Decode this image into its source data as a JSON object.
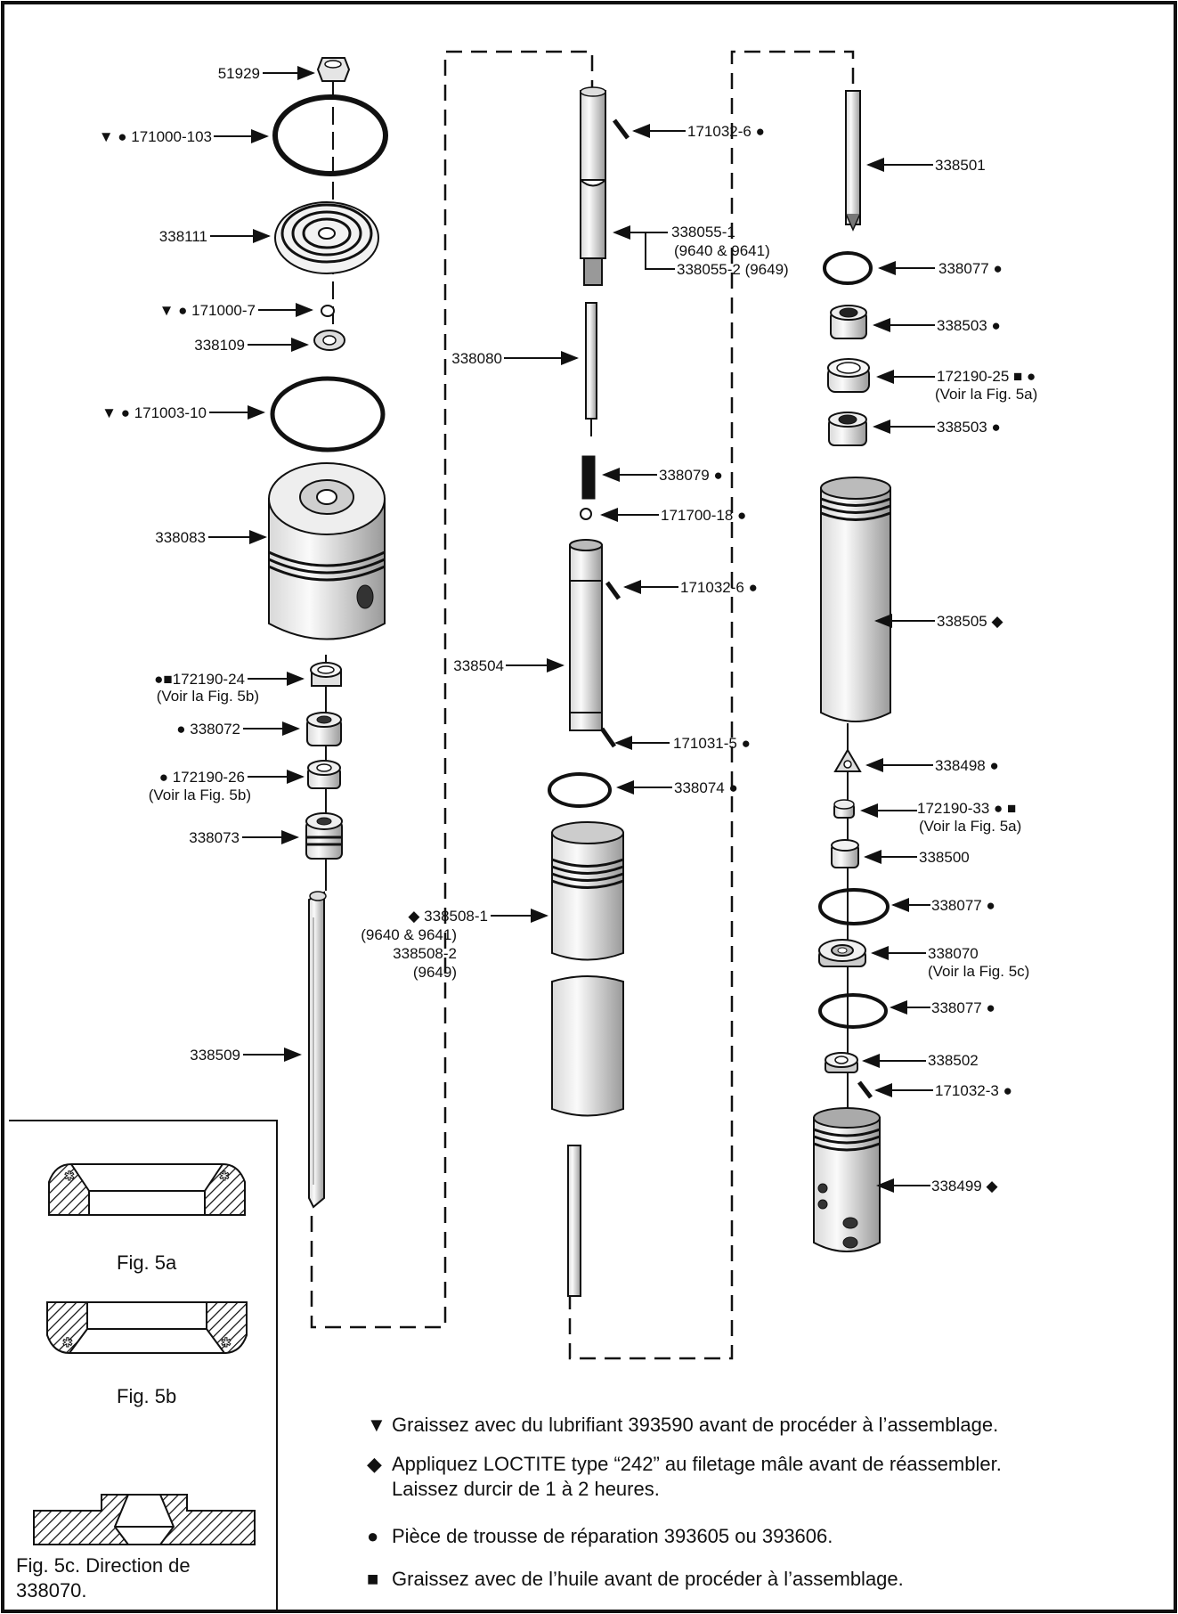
{
  "labels": {
    "p51929": "51929",
    "p171000_103": "▼ ● 171000-103",
    "p338111": "338111",
    "p171000_7": "▼ ● 171000-7",
    "p338109": "338109",
    "p171003_10": "▼ ● 171003-10",
    "p338083": "338083",
    "p172190_24": "●■172190-24",
    "p172190_24_ref": "(Voir la Fig. 5b)",
    "p338072": "● 338072",
    "p172190_26": "● 172190-26",
    "p172190_26_ref": "(Voir la Fig. 5b)",
    "p338073": "338073",
    "p338509": "338509",
    "p171032_6_top": "171032-6 ●",
    "p338055_1": "338055-1",
    "p338055_1_models": "(9640 & 9641)",
    "p338055_2": "338055-2 (9649)",
    "p338080": "338080",
    "p338079": "338079 ●",
    "p171700_18": "171700-18 ●",
    "p171032_6_mid": "171032-6 ●",
    "p338504": "338504",
    "p171031_5": "171031-5 ●",
    "p338074": "338074 ●",
    "p338508_1": "◆ 338508-1",
    "p338508_1_models": "(9640 & 9641)",
    "p338508_2": "338508-2",
    "p338508_2_models": "(9649)",
    "p338501": "338501",
    "p338077_a": "338077 ●",
    "p338503_a": "338503 ●",
    "p172190_25": "172190-25 ■ ●",
    "p172190_25_ref": "(Voir la Fig. 5a)",
    "p338503_b": "338503 ●",
    "p338505": "338505 ◆",
    "p338498": "338498 ●",
    "p172190_33": "172190-33 ● ■",
    "p172190_33_ref": "(Voir la Fig. 5a)",
    "p338500": "338500",
    "p338077_b": "338077 ●",
    "p338070": "338070",
    "p338070_ref": "(Voir la Fig. 5c)",
    "p338077_c": "338077 ●",
    "p338502": "338502",
    "p171032_3": "171032-3 ●",
    "p338499": "338499 ◆"
  },
  "figures": {
    "fig5a": "Fig. 5a",
    "fig5b": "Fig. 5b",
    "fig5c_line1": "Fig. 5c. Direction de",
    "fig5c_line2": "338070."
  },
  "notes": [
    {
      "symbol": "▼",
      "text": "Graissez avec du lubrifiant 393590 avant de procéder à l’assemblage."
    },
    {
      "symbol": "◆",
      "text": "Appliquez LOCTITE type “242” au filetage mâle avant de réassembler.",
      "text2": "Laissez durcir de 1 à 2 heures."
    },
    {
      "symbol": "●",
      "text": "Pièce de trousse de réparation 393605 ou 393606."
    },
    {
      "symbol": "■",
      "text": "Graissez avec de l’huile avant de procéder à l’assemblage."
    }
  ]
}
